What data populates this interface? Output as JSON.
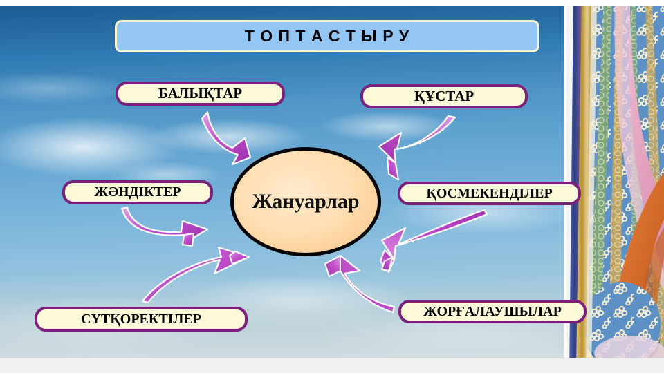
{
  "slide": {
    "title": "Т О П Т А С Т Ы Р У",
    "center_node": "Жануарлар",
    "background": "sky-photo",
    "colors": {
      "title_fill": "#93c6f2",
      "title_border": "#fbf6cc",
      "label_fill": "#fcf9d9",
      "label_border": "#7b1f7b",
      "center_fill": "#ffdfb5",
      "center_border": "#000000",
      "arrow_fill": "#b83fc0",
      "arrow_outline": "#ffffff"
    },
    "categories": [
      {
        "id": "fish",
        "label": "БАЛЫҚТАР"
      },
      {
        "id": "birds",
        "label": "ҚҰСТАР"
      },
      {
        "id": "insects",
        "label": "ЖӘНДІКТЕР"
      },
      {
        "id": "amphib",
        "label": "ҚОСМЕКЕНДІЛЕР"
      },
      {
        "id": "mammals",
        "label": "СҮТҚОРЕКТІЛЕР"
      },
      {
        "id": "reptiles",
        "label": "ЖОРҒАЛАУШЫЛАР"
      }
    ],
    "arrows": [
      {
        "from": "fish",
        "to": "center_node",
        "direction": "down-right"
      },
      {
        "from": "birds",
        "to": "center_node",
        "direction": "down-left"
      },
      {
        "from": "insects",
        "to": "center_node",
        "direction": "right"
      },
      {
        "from": "amphib",
        "to": "center_node",
        "direction": "down-left"
      },
      {
        "from": "mammals",
        "to": "center_node",
        "direction": "up-right"
      },
      {
        "from": "reptiles",
        "to": "center_node",
        "direction": "up-left"
      }
    ],
    "ornament": {
      "position": "right-edge",
      "motif": "kazakh-floral-pattern"
    }
  }
}
